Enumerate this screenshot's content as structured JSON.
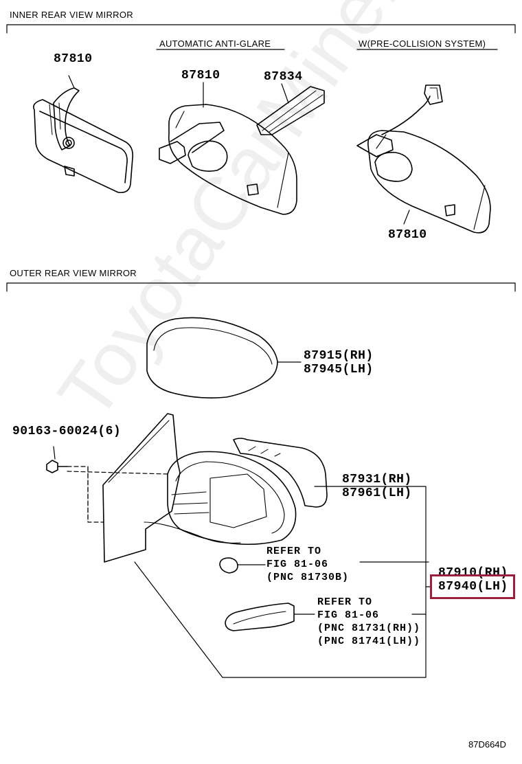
{
  "sections": {
    "inner": "INNER REAR VIEW MIRROR",
    "outer": "OUTER REAR VIEW MIRROR"
  },
  "variants": {
    "anti_glare": "AUTOMATIC ANTI-GLARE",
    "pre_collision": "W(PRE-COLLISION SYSTEM)"
  },
  "parts": {
    "p87810_a": "87810",
    "p87810_b": "87810",
    "p87834": "87834",
    "p87810_c": "87810",
    "p87915": "87915(RH)",
    "p87945": "87945(LH)",
    "p90163": "90163-60024(6)",
    "p87931": "87931(RH)",
    "p87961": "87961(LH)",
    "p87910": "87910(RH)",
    "p87940": "87940(LH)"
  },
  "refs": {
    "ref1_l1": "REFER TO",
    "ref1_l2": "FIG 81-06",
    "ref1_l3": "(PNC 81730B)",
    "ref2_l1": "REFER TO",
    "ref2_l2": "FIG 81-06",
    "ref2_l3": "(PNC 81731(RH))",
    "ref2_l4": "(PNC 81741(LH))"
  },
  "figure_code": "87D664D",
  "watermark": "ToyotaCarMine.ru",
  "highlight_color": "#9a1f3c"
}
